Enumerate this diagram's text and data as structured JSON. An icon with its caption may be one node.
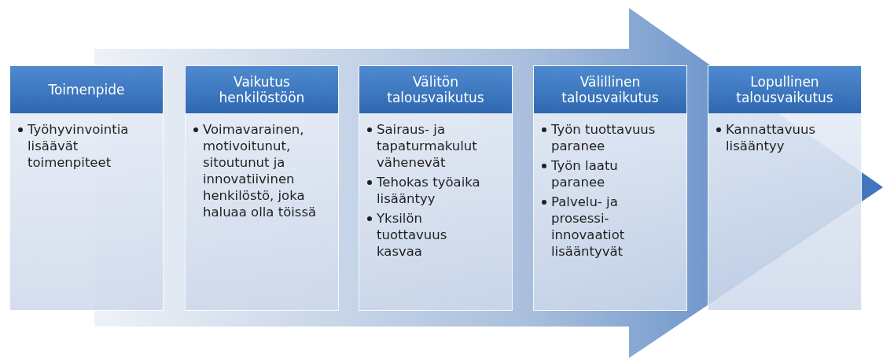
{
  "diagram": {
    "nodes": [
      {
        "text": [
          "Toimenpide",
          "Työhyvinvointia lisäävät toimenpiteet"
        ]
      },
      {
        "text": [
          "Vaikutus henkilöstöön",
          "Voimavarainen, motivoitunut, sitoutunut ja innovatiivinen henkilöstö, joka haluaa olla töissä"
        ]
      },
      {
        "text": [
          "Välitön talousvaikutus",
          "Sairaus- ja tapaturmakulut vähenevät",
          "Tehokas työaika lisääntyy",
          "Yksilön tuottavuus kasvaa"
        ]
      },
      {
        "text": [
          "Välillinen talousvaikutus",
          "Työn tuottavuus paranee",
          "Työn laatu paranee",
          "Palvelu- ja prosessi- innovaatiot lisääntyvät"
        ]
      },
      {
        "text": [
          "Lopullinen talousvaikutus",
          "Kannattavuus lisääntyy"
        ]
      }
    ],
    "edges": [
      {
        "from": 0,
        "to": 4,
        "arrow": "to"
      }
    ]
  }
}
